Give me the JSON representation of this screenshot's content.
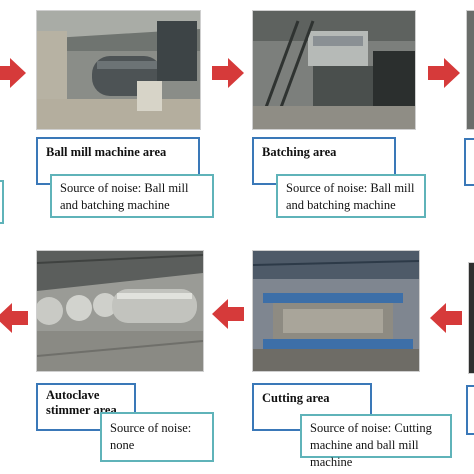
{
  "stages": {
    "ball_mill": {
      "title": "Ball mill machine area",
      "noise": "Source of noise: Ball mill and batching machine"
    },
    "batching": {
      "title": "Batching area",
      "noise": "Source of noise: Ball mill and batching machine"
    },
    "autoclave": {
      "title": "Autoclave stimmer area",
      "noise": "Source of noise: none"
    },
    "cutting": {
      "title": "Cutting area",
      "noise": "Source of noise: Cutting machine and ball mill machine"
    }
  },
  "colors": {
    "arrow": "#d63a3a",
    "label_border": "#3a78b8",
    "noise_border": "#5fb3b9"
  }
}
